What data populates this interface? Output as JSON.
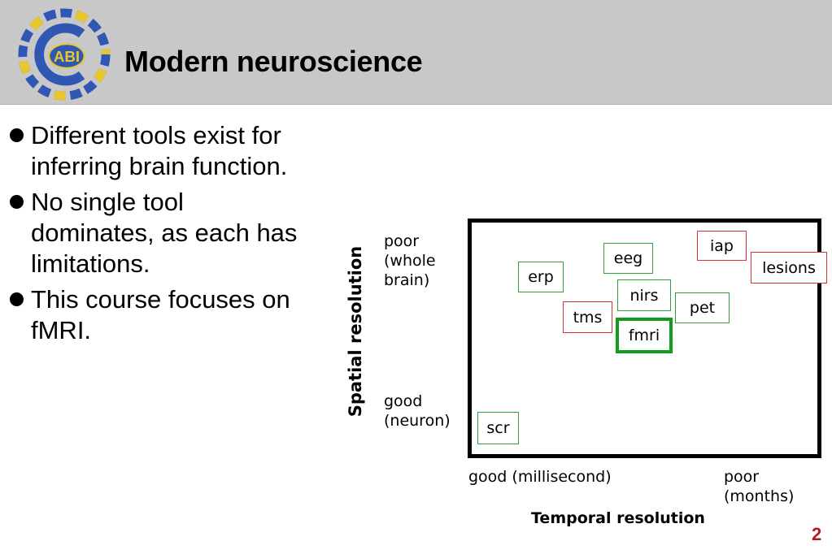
{
  "header": {
    "logo_text": "ABI",
    "title": "Modern neuroscience",
    "colors": {
      "background": "#c8c8c8",
      "logo_blue": "#2f57b3",
      "logo_yellow": "#e8c72a"
    }
  },
  "bullets": [
    "Different tools exist for inferring brain function.",
    "No single tool dominates, as each has limitations.",
    "This course focuses on fMRI."
  ],
  "diagram": {
    "y_axis": {
      "label": "Spatial resolution",
      "top_label": "poor\n(whole\nbrain)",
      "bottom_label": "good\n(neuron)"
    },
    "x_axis": {
      "label": "Temporal resolution",
      "left_label": "good (millisecond)",
      "right_label": "poor\n(months)"
    },
    "tools": [
      {
        "label": "iap",
        "style": "red"
      },
      {
        "label": "eeg",
        "style": "green"
      },
      {
        "label": "lesions",
        "style": "red"
      },
      {
        "label": "erp",
        "style": "green"
      },
      {
        "label": "nirs",
        "style": "green"
      },
      {
        "label": "pet",
        "style": "green"
      },
      {
        "label": "tms",
        "style": "red"
      },
      {
        "label": "fmri",
        "style": "focus"
      },
      {
        "label": "scr",
        "style": "green"
      }
    ],
    "colors": {
      "green": "#2e9e3a",
      "red": "#d9333a",
      "focus": "#139a1f"
    }
  },
  "page_number": "2"
}
